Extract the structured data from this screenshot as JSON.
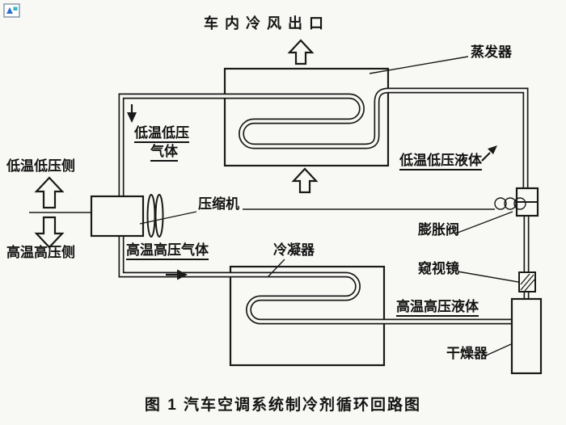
{
  "window": {
    "corner_icon": "image-placeholder-icon"
  },
  "colors": {
    "background": "#f8f8f5",
    "line": "#1a1a1a",
    "icon_blue": "#2f6fce",
    "icon_teal": "#37b6c9"
  },
  "diagram": {
    "labels": {
      "cold_air_outlet": "车内冷风出口",
      "evaporator": "蒸发器",
      "low_pressure_gas_1": "低温低压",
      "low_pressure_gas_2": "气体",
      "low_pressure_side": "低温低压侧",
      "high_pressure_side": "高温高压侧",
      "compressor": "压缩机",
      "high_pressure_gas": "高温高压气体",
      "condenser": "冷凝器",
      "low_pressure_liquid": "低温低压液体",
      "expansion_valve": "膨胀阀",
      "sight_glass": "窥视镜",
      "high_pressure_liquid": "高温高压液体",
      "dryer": "干燥器"
    },
    "caption": "图 1  汽车空调系统制冷剂循环回路图"
  }
}
